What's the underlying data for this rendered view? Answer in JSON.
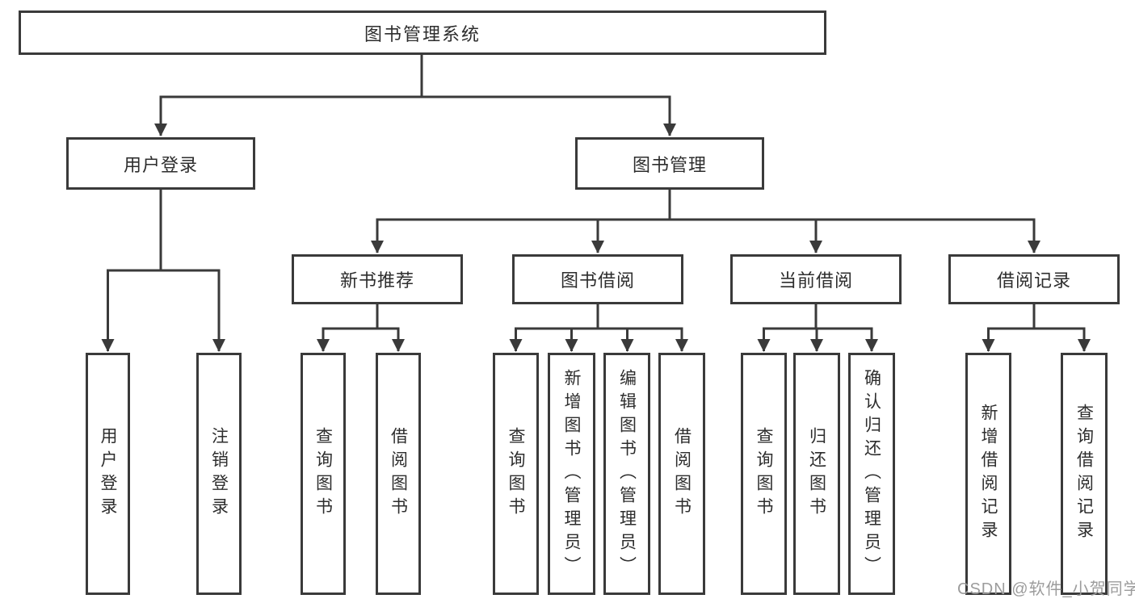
{
  "diagram": {
    "title": "图书管理系统",
    "level2": {
      "user_login": "用户登录",
      "book_mgmt": "图书管理"
    },
    "level3": {
      "new_book": "新书推荐",
      "borrow": "图书借阅",
      "current": "当前借阅",
      "records": "借阅记录"
    },
    "leaves": {
      "login": "用户登录",
      "logout": "注销登录",
      "nb_query": "查询图书",
      "nb_borrow": "借阅图书",
      "bb_query": "查询图书",
      "bb_add": "新增图书（管理员）",
      "bb_edit": "编辑图书（管理员）",
      "bb_borrow": "借阅图书",
      "cb_query": "查询图书",
      "cb_return": "归还图书",
      "cb_confirm": "确认归还（管理员）",
      "br_add": "新增借阅记录",
      "br_query": "查询借阅记录"
    },
    "watermark": "CSDN @软件_小贺同学",
    "colors": {
      "line": "#3a3a3a",
      "text": "#2d2d2d",
      "box_fill": "#ffffff",
      "watermark": "#9c9c9c"
    }
  }
}
